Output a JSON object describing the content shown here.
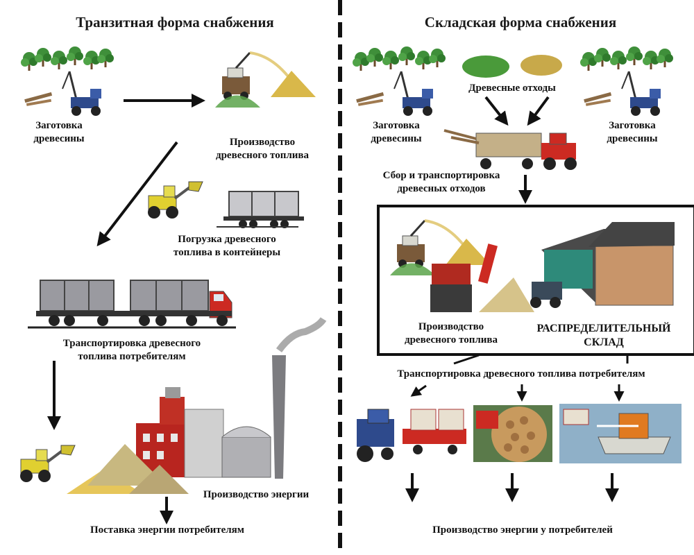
{
  "left_title": "Транзитная форма снабжения",
  "right_title": "Складская форма снабжения",
  "left": {
    "harvest": "Заготовка\nдревесины",
    "production": "Производство\nдревесного топлива",
    "loading": "Погрузка древесного\nтоплива в контейнеры",
    "transport": "Транспортировка древесного\nтоплива потребителям",
    "energy_production": "Производство энергии",
    "energy_delivery": "Поставка энергии потребителям"
  },
  "right": {
    "wood_waste": "Древесные отходы",
    "harvest_left": "Заготовка\nдревесины",
    "harvest_right": "Заготовка\nдревесины",
    "collection": "Сбор и транспортировка\nдревесных отходов",
    "production": "Производство\nдревесного топлива",
    "warehouse": "РАСПРЕДЕЛИТЕЛЬНЫЙ\nСКЛАД",
    "transport": "Транспортировка древесного топлива потребителям",
    "energy_consumers": "Производство энергии у потребителей"
  },
  "colors": {
    "arrow": "#111111",
    "divider": "#111111",
    "tree_green": "#3f8f3a",
    "tractor_blue": "#2e4a8c",
    "truck_body": "#9a9aa0",
    "truck_cab": "#cc2a22",
    "plant_red": "#b8251f",
    "warehouse_wall": "#c8956a",
    "chips_yellow": "#d9b84a"
  }
}
